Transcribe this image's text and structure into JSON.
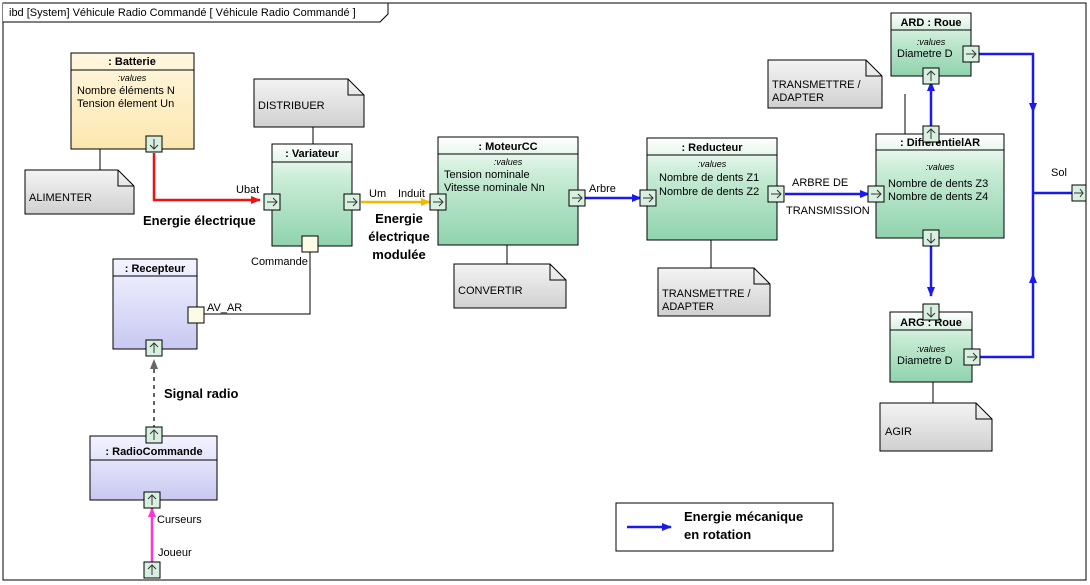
{
  "frame": {
    "title": "ibd [System] Véhicule Radio Commandé [ Véhicule Radio Commandé ]"
  },
  "blocks": {
    "batterie": {
      "title": ": Batterie",
      "values_label": ":values",
      "values": [
        "Nombre éléments N",
        "Tension élement Un"
      ]
    },
    "variateur": {
      "title": ": Variateur"
    },
    "moteur": {
      "title": ": MoteurCC",
      "values_label": ":values",
      "values": [
        "Tension nominale",
        "Vitesse nominale Nn"
      ]
    },
    "reducteur": {
      "title": ": Reducteur",
      "values_label": ":values",
      "values": [
        "Nombre de dents Z1",
        "Nombre de dents Z2"
      ]
    },
    "differentiel": {
      "title": ": DifferentielAR",
      "values_label": ":values",
      "values": [
        "Nombre de dents Z3",
        "Nombre de dents Z4"
      ]
    },
    "ard": {
      "title": "ARD : Roue",
      "values_label": ":values",
      "values": [
        "Diametre D"
      ]
    },
    "arg": {
      "title": "ARG : Roue",
      "values_label": ":values",
      "values": [
        "Diametre D"
      ]
    },
    "recepteur": {
      "title": ": Recepteur"
    },
    "radiocommande": {
      "title": ": RadioCommande"
    }
  },
  "notes": {
    "alimenter": "ALIMENTER",
    "distribuer": "DISTRIBUER",
    "convertir": "CONVERTIR",
    "transmettre1": [
      "TRANSMETTRE /",
      "ADAPTER"
    ],
    "transmettre2": [
      "TRANSMETTRE /",
      "ADAPTER"
    ],
    "agir": "AGIR"
  },
  "ports": {
    "ubat": "Ubat",
    "um": "Um",
    "induit": "Induit",
    "commande": "Commande",
    "av_ar": "AV_AR",
    "arbre": "Arbre",
    "arbre_de": "ARBRE DE",
    "transmission": "TRANSMISSION",
    "sol": "Sol",
    "curseurs": "Curseurs",
    "joueur": "Joueur"
  },
  "flows": {
    "elec": [
      "Energie électrique"
    ],
    "elec_mod": [
      "Energie",
      "électrique",
      "modulée"
    ],
    "radio": "Signal radio"
  },
  "legend": {
    "label": [
      "Energie mécanique",
      "en rotation"
    ]
  },
  "colors": {
    "elec": "#ee1111",
    "elec_mod": "#f5b800",
    "mech": "#1a1aee",
    "user": "#ff33dd",
    "block_green": "#c9ecd6",
    "block_yellow": "#fdf0cc",
    "block_purple": "#dcdcf8",
    "note": "#e6e6e6"
  }
}
